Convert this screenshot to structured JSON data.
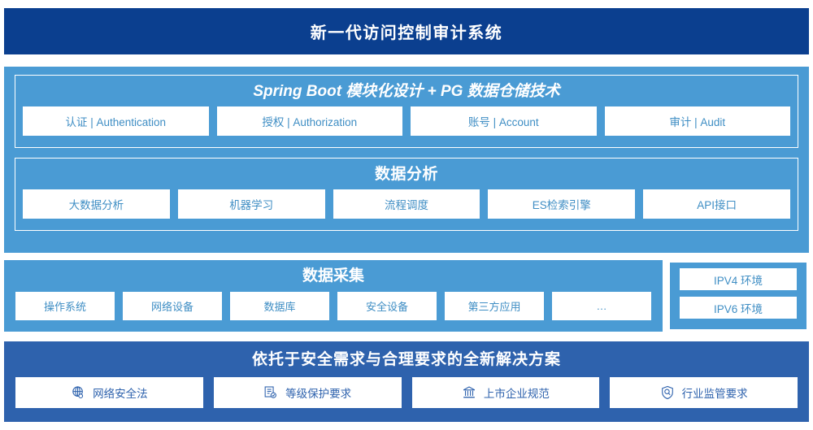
{
  "header": {
    "title": "新一代访问控制审计系统"
  },
  "platform": {
    "framework": {
      "title": "Spring Boot 模块化设计 + PG 数据仓储技术",
      "modules": [
        "认证 | Authentication",
        "授权 | Authorization",
        "账号 | Account",
        "审计 | Audit"
      ]
    },
    "analysis": {
      "title": "数据分析",
      "modules": [
        "大数据分析",
        "机器学习",
        "流程调度",
        "ES检索引擎",
        "API接口"
      ]
    }
  },
  "collection": {
    "title": "数据采集",
    "sources": [
      "操作系统",
      "网络设备",
      "数据库",
      "安全设备",
      "第三方应用",
      "…"
    ]
  },
  "environments": {
    "items": [
      "IPV4 环境",
      "IPV6 环境"
    ]
  },
  "solution": {
    "title": "依托于安全需求与合理要求的全新解决方案",
    "items": [
      {
        "label": "网络安全法",
        "icon": "globe-icon"
      },
      {
        "label": "等级保护要求",
        "icon": "document-check-icon"
      },
      {
        "label": "上市企业规范",
        "icon": "bank-icon"
      },
      {
        "label": "行业监管要求",
        "icon": "shield-search-icon"
      }
    ]
  },
  "colors": {
    "header_navy": "#0b3f8f",
    "band_light_blue": "#4a9bd4",
    "solution_blue": "#2e62ad",
    "chip_text_blue": "#3f8ec4",
    "white": "#ffffff"
  }
}
